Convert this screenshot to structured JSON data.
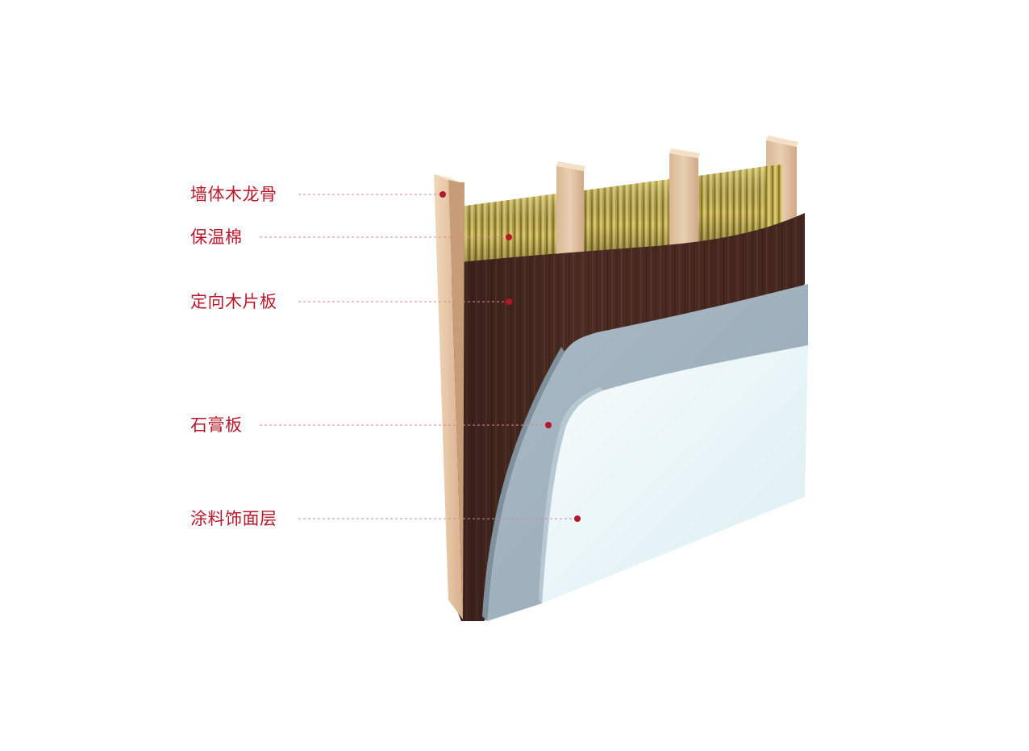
{
  "diagram": {
    "colors": {
      "accent": "#b5182c",
      "stud_wood": "#e2c29e",
      "insulation": "#b8a548",
      "osb_board": "#4a2a22",
      "gypsum_board": "#9fb0bc",
      "paint_finish": "#e8f4f6"
    },
    "layers": [
      {
        "id": "stud",
        "label": "墙体木龙骨"
      },
      {
        "id": "insulation",
        "label": "保温棉"
      },
      {
        "id": "osb",
        "label": "定向木片板"
      },
      {
        "id": "gypsum",
        "label": "石膏板"
      },
      {
        "id": "paint",
        "label": "涂料饰面层"
      }
    ]
  }
}
